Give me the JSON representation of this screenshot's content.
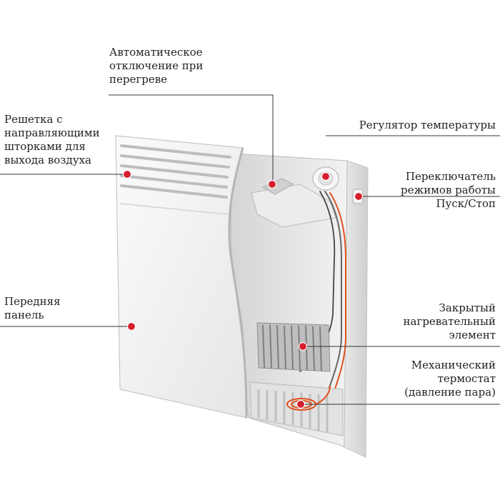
{
  "labels": {
    "overheat": {
      "lines": [
        "Автоматическое",
        "отключение при",
        "перегреве"
      ]
    },
    "grille": {
      "lines": [
        "Решетка с",
        "направляющими",
        "шторками для",
        "выхода воздуха"
      ]
    },
    "thermoregulator": {
      "lines": [
        "Регулятор температуры"
      ]
    },
    "mode_switch": {
      "lines": [
        "Переключатель",
        "режимов работы",
        "Пуск/Стоп"
      ]
    },
    "front_panel": {
      "lines": [
        "Передняя",
        "панель"
      ]
    },
    "heating_element": {
      "lines": [
        "Закрытый",
        "нагревательный",
        "элемент"
      ]
    },
    "thermostat": {
      "lines": [
        "Механический",
        "термостат",
        "(давление пара)"
      ]
    }
  },
  "colors": {
    "marker": "#d61f2e",
    "leader": "#333333",
    "panel": "#f4f4f4",
    "panel_shadow": "#d9d9d9",
    "wire": "#e0521e"
  }
}
